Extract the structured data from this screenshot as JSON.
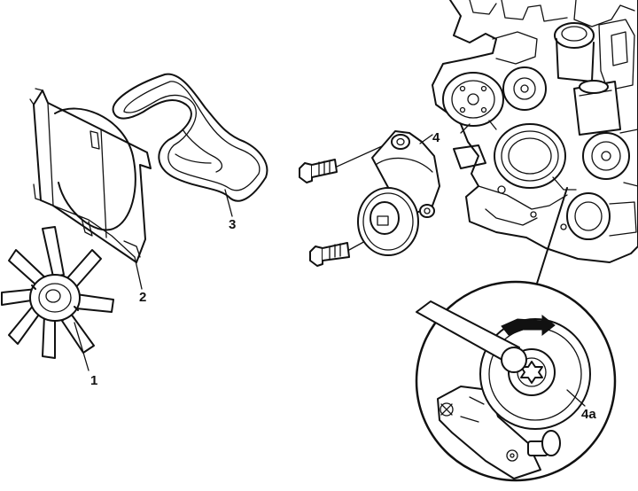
{
  "callouts": {
    "fan": "1",
    "shroud": "2",
    "belt": "3",
    "tensioner": "4",
    "detail": "4a"
  }
}
